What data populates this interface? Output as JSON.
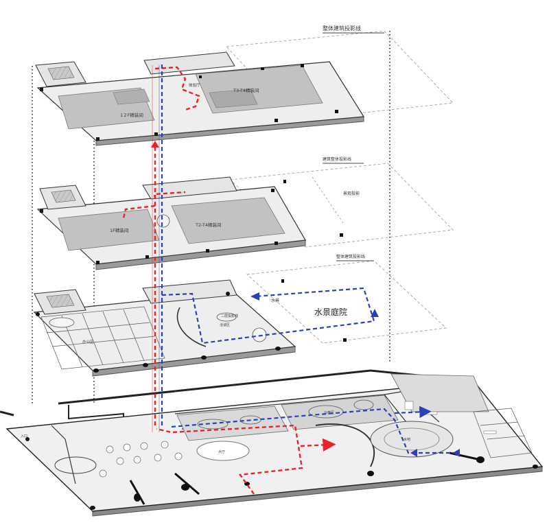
{
  "labels": {
    "top_projection": "整体建筑投影线",
    "floor4_room_a": "1２F精装间",
    "floor4_room_b": "T3-T4精装间",
    "floor4_corridor": "体验厅",
    "floor3_projection": "建筑整体投影线",
    "floor3_void": "景观投影",
    "floor3_room_a": "1F精装间",
    "floor3_room_b": "T2-T4精装间",
    "floor2_projection": "整体建筑投影线",
    "floor2_courtyard": "水景庭院",
    "floor2_water": "水景",
    "floor2_hall": "洽谈区",
    "floor2_tag": "二层投影线",
    "floor1_entrance": "入口",
    "floor1_lobby": "大厅",
    "floor1_model": "沙盘区",
    "floor1_lounge": "水吧",
    "floor1_office": "办公区"
  },
  "colors": {
    "red_route": "#e8232a",
    "blue_route": "#2c3fb8",
    "slab_top": "#eeeeee",
    "slab_edge": "#8a8a8a",
    "room_fill": "#bdbdbd",
    "dark": "#111111"
  }
}
